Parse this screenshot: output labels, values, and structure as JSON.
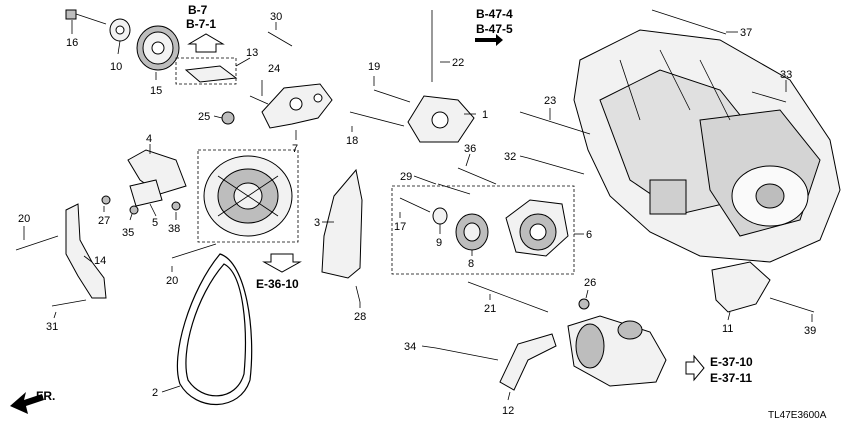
{
  "callouts": [
    "1",
    "2",
    "3",
    "4",
    "5",
    "6",
    "7",
    "8",
    "9",
    "10",
    "11",
    "12",
    "13",
    "14",
    "15",
    "16",
    "17",
    "18",
    "19",
    "20",
    "20",
    "21",
    "22",
    "23",
    "24",
    "25",
    "26",
    "27",
    "28",
    "29",
    "30",
    "31",
    "32",
    "33",
    "34",
    "35",
    "36",
    "37",
    "38",
    "39"
  ],
  "refs": {
    "b7": "B-7",
    "b71": "B-7-1",
    "b474": "B-47-4",
    "b475": "B-47-5",
    "e3610": "E-36-10",
    "e3710": "E-37-10",
    "e3711": "E-37-11"
  },
  "front_label": "FR.",
  "diagram_code": "TL47E3600A"
}
